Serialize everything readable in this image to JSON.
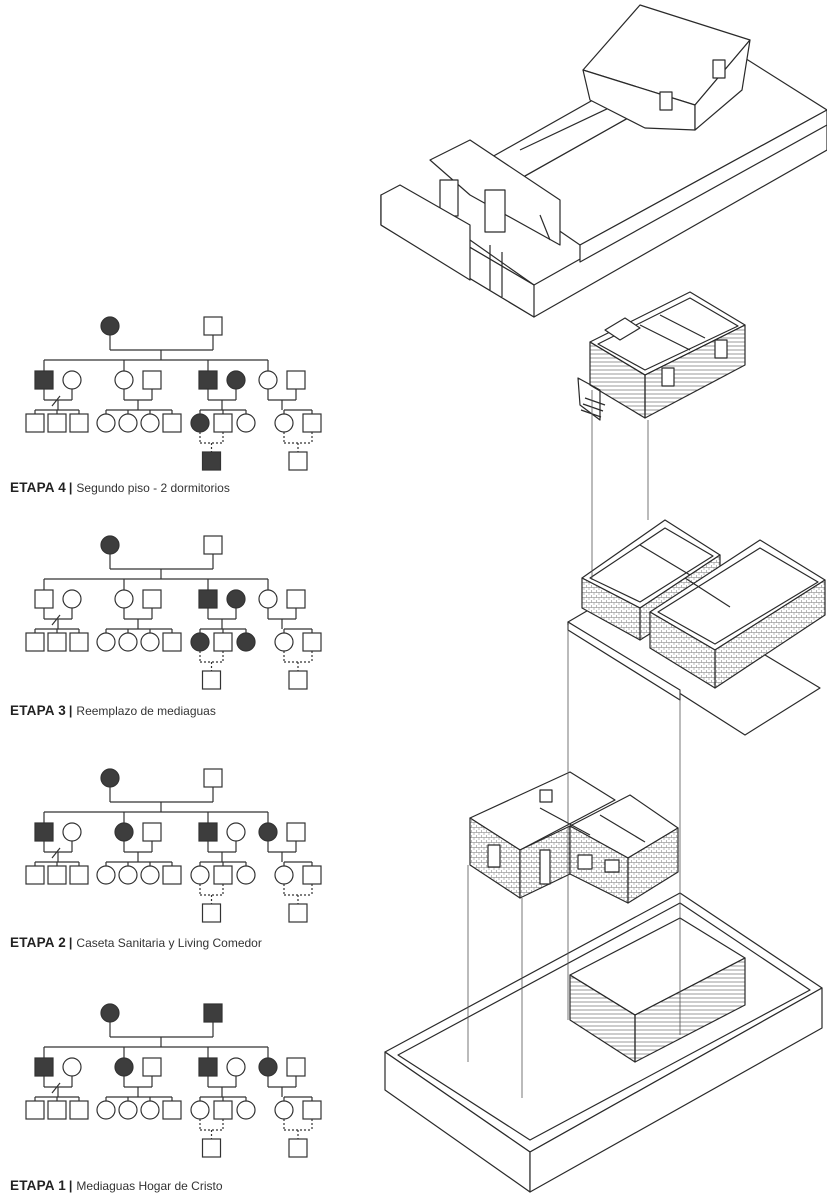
{
  "stages": [
    {
      "id": "etapa-4",
      "title": "ETAPA 4",
      "separator": "|",
      "description": "Segundo piso - 2 dormitorios",
      "genogram": {
        "parents": {
          "female": "dark",
          "male": "light"
        },
        "couples": [
          {
            "a": "sq-dark",
            "b": "ci-light",
            "children": [
              "sq-light",
              "sq-light",
              "sq-light"
            ],
            "arrow": true
          },
          {
            "a": "ci-light",
            "b": "sq-light",
            "children": [
              "ci-light",
              "ci-light",
              "ci-light",
              "sq-light"
            ]
          },
          {
            "a": "sq-dark",
            "b": "ci-dark",
            "children": [
              "ci-dark",
              "sq-light",
              "ci-light"
            ],
            "grandchild": "sq-dark"
          },
          {
            "a": "ci-light",
            "b": "sq-light",
            "children": [
              "ci-light",
              "sq-light"
            ],
            "grandchild": "sq-light"
          }
        ]
      }
    },
    {
      "id": "etapa-3",
      "title": "ETAPA 3",
      "separator": "|",
      "description": "Reemplazo de mediaguas",
      "genogram": {
        "parents": {
          "female": "dark",
          "male": "light"
        },
        "couples": [
          {
            "a": "sq-light",
            "b": "ci-light",
            "children": [
              "sq-light",
              "sq-light",
              "sq-light"
            ],
            "arrow": true
          },
          {
            "a": "ci-light",
            "b": "sq-light",
            "children": [
              "ci-light",
              "ci-light",
              "ci-light",
              "sq-light"
            ]
          },
          {
            "a": "sq-dark",
            "b": "ci-dark",
            "children": [
              "ci-dark",
              "sq-light",
              "ci-dark"
            ],
            "grandchild": "sq-light"
          },
          {
            "a": "ci-light",
            "b": "sq-light",
            "children": [
              "ci-light",
              "sq-light"
            ],
            "grandchild": "sq-light"
          }
        ]
      }
    },
    {
      "id": "etapa-2",
      "title": "ETAPA 2",
      "separator": "|",
      "description": "Caseta Sanitaria y Living Comedor",
      "genogram": {
        "parents": {
          "female": "dark",
          "male": "light"
        },
        "couples": [
          {
            "a": "sq-dark",
            "b": "ci-light",
            "children": [
              "sq-light",
              "sq-light",
              "sq-light"
            ],
            "arrow": true
          },
          {
            "a": "ci-dark",
            "b": "sq-light",
            "children": [
              "ci-light",
              "ci-light",
              "ci-light",
              "sq-light"
            ]
          },
          {
            "a": "sq-dark",
            "b": "ci-light",
            "children": [
              "ci-light",
              "sq-light",
              "ci-light"
            ],
            "grandchild": "sq-light"
          },
          {
            "a": "ci-dark",
            "b": "sq-light",
            "children": [
              "ci-light",
              "sq-light"
            ],
            "grandchild": "sq-light"
          }
        ]
      }
    },
    {
      "id": "etapa-1",
      "title": "ETAPA 1",
      "separator": "|",
      "description": "Mediaguas Hogar de Cristo",
      "genogram": {
        "parents": {
          "female": "dark",
          "male": "dark"
        },
        "couples": [
          {
            "a": "sq-dark",
            "b": "ci-light",
            "children": [
              "sq-light",
              "sq-light",
              "sq-light"
            ],
            "arrow": true
          },
          {
            "a": "ci-dark",
            "b": "sq-light",
            "children": [
              "ci-light",
              "ci-light",
              "ci-light",
              "sq-light"
            ]
          },
          {
            "a": "sq-dark",
            "b": "ci-light",
            "children": [
              "ci-light",
              "sq-light",
              "ci-light"
            ],
            "grandchild": "sq-light"
          },
          {
            "a": "ci-dark",
            "b": "sq-light",
            "children": [
              "ci-light",
              "sq-light"
            ],
            "grandchild": "sq-light"
          }
        ]
      }
    }
  ],
  "colors": {
    "dark_fill": "#3d3d3d",
    "light_fill": "#ffffff",
    "stroke": "#333333",
    "drawing_stroke": "#2a2a2a"
  }
}
